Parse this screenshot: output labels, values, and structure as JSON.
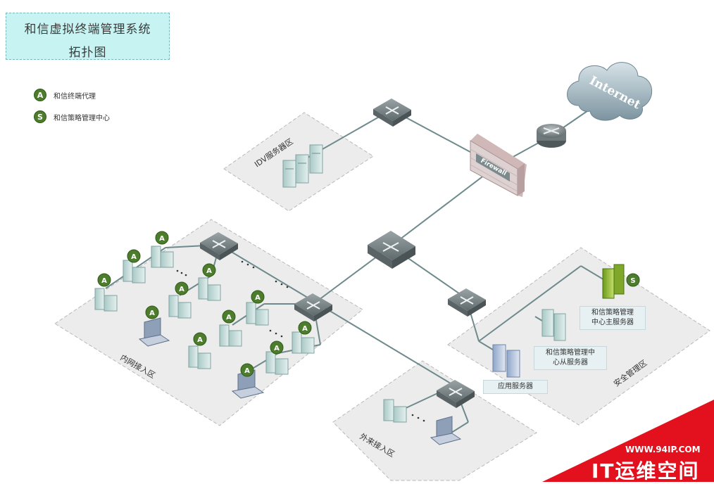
{
  "title": {
    "line1": "和信虚拟终端管理系统",
    "line2": "拓扑图"
  },
  "legend": [
    {
      "symbol": "A",
      "label": "和信终端代理"
    },
    {
      "symbol": "S",
      "label": "和信策略管理中心"
    }
  ],
  "cloud_label": "Internet",
  "firewall_label": "Firewall",
  "zones": {
    "idv": "IDV服务器区",
    "intranet": "内网接入区",
    "external": "外来接入区",
    "security": "安全管理区"
  },
  "servers": {
    "primary": {
      "line1": "和信策略管理",
      "line2": "中心主服务器"
    },
    "secondary": {
      "line1": "和信策略管理中",
      "line2": "心从服务器"
    },
    "app": "应用服务器"
  },
  "agent_symbol": "A",
  "policy_symbol": "S",
  "watermark": {
    "url": "WWW.94IP.COM",
    "name": "IT运维空间"
  },
  "colors": {
    "zone_fill": "#ececec",
    "agent_badge": "#4d7d2c",
    "watermark": "#e3101d"
  }
}
